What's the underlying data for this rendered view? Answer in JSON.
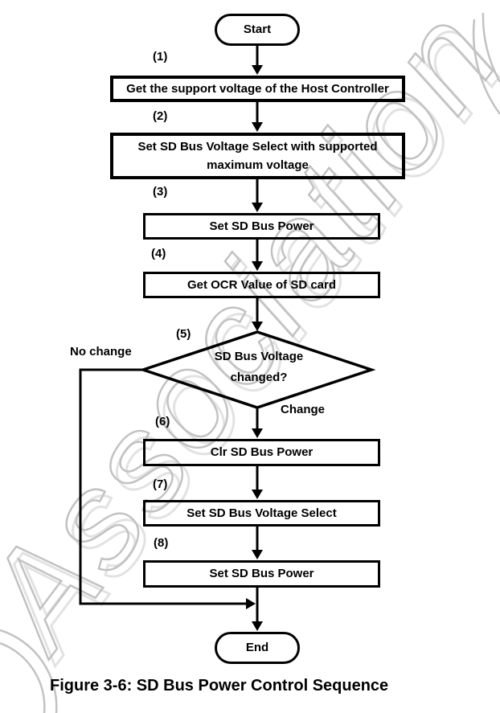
{
  "figure": {
    "caption": "Figure 3-6: SD Bus Power Control Sequence",
    "watermark": "Association"
  },
  "flowchart": {
    "start": {
      "label": "Start"
    },
    "end": {
      "label": "End"
    },
    "steps": [
      {
        "num": "(1)",
        "label": "Get the support voltage of the Host Controller",
        "type": "process"
      },
      {
        "num": "(2)",
        "label": "Set SD Bus Voltage Select with supported maximum voltage",
        "type": "process"
      },
      {
        "num": "(3)",
        "label": "Set SD Bus Power",
        "type": "process"
      },
      {
        "num": "(4)",
        "label": "Get OCR Value of SD card",
        "type": "process"
      },
      {
        "num": "(5)",
        "label": "SD Bus Voltage changed?",
        "type": "decision"
      },
      {
        "num": "(6)",
        "label": "Clr SD Bus Power",
        "type": "process"
      },
      {
        "num": "(7)",
        "label": "Set SD Bus Voltage Select",
        "type": "process"
      },
      {
        "num": "(8)",
        "label": "Set SD Bus Power",
        "type": "process"
      }
    ],
    "branches": {
      "no_change": "No change",
      "change": "Change"
    }
  },
  "colors": {
    "line": "#000000",
    "text": "#000000",
    "watermark_outline": "#c2c2c2",
    "watermark_shadow": "#e2e2e2",
    "background": "#ffffff"
  }
}
